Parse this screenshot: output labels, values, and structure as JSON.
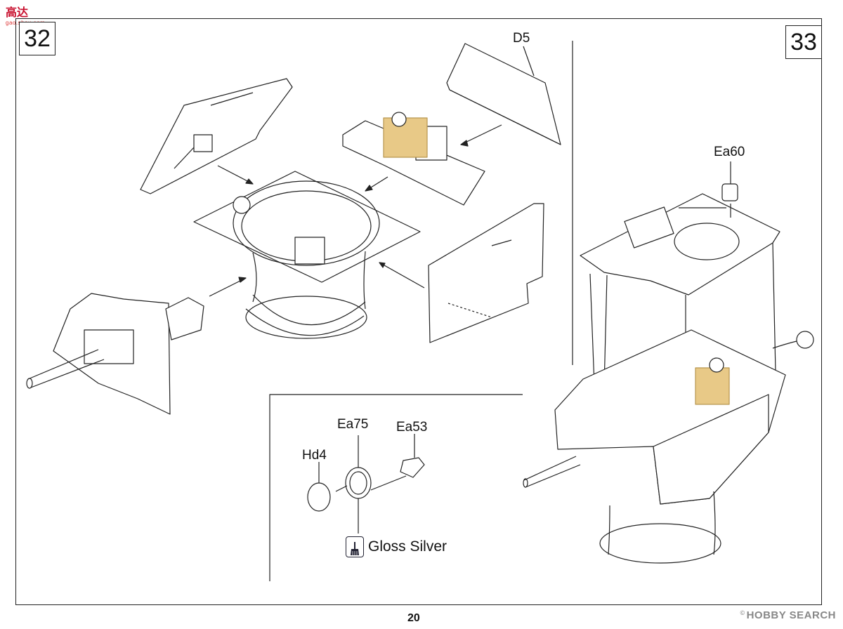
{
  "page": {
    "number": "20",
    "logo_text": "高达",
    "logo_sub": "gao.shou.com",
    "watermark": "HOBBY SEARCH"
  },
  "steps": [
    {
      "number": "32",
      "part_labels": [
        "D5"
      ]
    },
    {
      "number": "33",
      "part_labels": [
        "Ea60"
      ]
    }
  ],
  "subassembly": {
    "part_labels": [
      "Ea75",
      "Ea53",
      "Hd4"
    ],
    "paint": {
      "icon": "brush-icon",
      "color_name": "Gloss Silver"
    }
  },
  "colors": {
    "line": "#222222",
    "photo_etch": "#e8c987"
  }
}
